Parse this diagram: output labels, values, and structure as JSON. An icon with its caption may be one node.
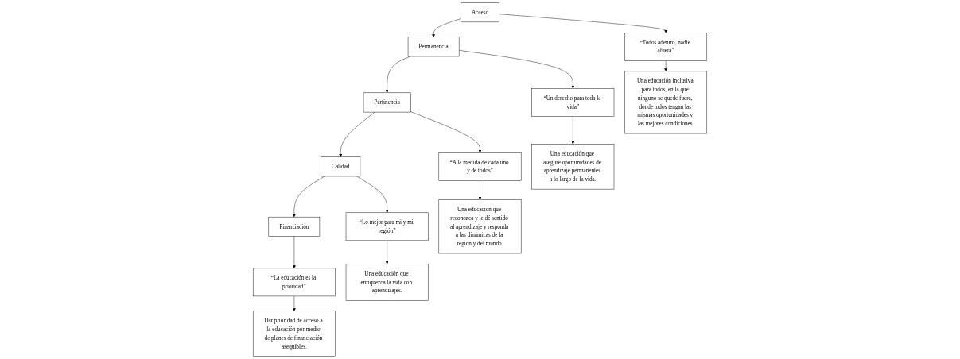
{
  "diagram": {
    "nodes": [
      {
        "text": [
          "Acceso"
        ]
      },
      {
        "text": [
          "Permanencia"
        ]
      },
      {
        "text": [
          "Pertinencia"
        ]
      },
      {
        "text": [
          "Calidad"
        ]
      },
      {
        "text": [
          "Financiación"
        ]
      },
      {
        "text": [
          "“Todos adentro, nadie afuera”"
        ]
      },
      {
        "text": [
          "“Un derecho para toda la vida”"
        ]
      },
      {
        "text": [
          "“A la medida de cada uno y de todos”"
        ]
      },
      {
        "text": [
          "“Lo mejor para mi y mi región”"
        ]
      },
      {
        "text": [
          "“La educación es la prioridad”"
        ]
      },
      {
        "text": [
          "Una educación inclusiva para todos, en la que ninguno se quede fuera, donde todos tengan las mismas oportunidades y las mejores condiciones."
        ]
      },
      {
        "text": [
          "Una educación que asegure oportunidades de aprendizaje permanentes a lo largo de la vida."
        ]
      },
      {
        "text": [
          "Una educación que reconozca y le dé sentido al aprendizaje y responda a las dinámicas de la región y del mundo."
        ]
      },
      {
        "text": [
          "Una educación que enriquezca la vida con aprendizajes."
        ]
      },
      {
        "text": [
          "Dar prioridad de acceso a la educación por medio de planes de financiación asequibles."
        ]
      }
    ],
    "edges": [
      {
        "from": 0,
        "to": 1,
        "arrow": "to"
      },
      {
        "from": 1,
        "to": 2,
        "arrow": "to"
      },
      {
        "from": 2,
        "to": 3,
        "arrow": "to"
      },
      {
        "from": 3,
        "to": 4,
        "arrow": "to"
      },
      {
        "from": 0,
        "to": 5,
        "arrow": "to"
      },
      {
        "from": 1,
        "to": 6,
        "arrow": "to"
      },
      {
        "from": 2,
        "to": 7,
        "arrow": "to"
      },
      {
        "from": 3,
        "to": 8,
        "arrow": "to"
      },
      {
        "from": 4,
        "to": 9,
        "arrow": "to"
      },
      {
        "from": 5,
        "to": 10,
        "arrow": "to"
      },
      {
        "from": 6,
        "to": 11,
        "arrow": "to"
      },
      {
        "from": 7,
        "to": 12,
        "arrow": "to"
      },
      {
        "from": 8,
        "to": 13,
        "arrow": "to"
      },
      {
        "from": 9,
        "to": 14,
        "arrow": "to"
      }
    ]
  }
}
